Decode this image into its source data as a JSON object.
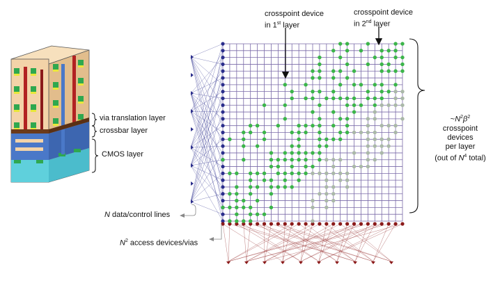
{
  "labels": {
    "crosspoint_1": {
      "line1": "crosspoint device",
      "line2_pre": "in 1",
      "line2_sup": "st",
      "line2_post": " layer"
    },
    "crosspoint_2": {
      "line1": "crosspoint device",
      "line2_pre": "in 2",
      "line2_sup": "nd",
      "line2_post": " layer"
    },
    "via_translation": "via translation layer",
    "crossbar": "crossbar layer",
    "cmos": "CMOS layer",
    "data_lines": {
      "var": "N",
      "text": " data/control lines"
    },
    "access_devices": {
      "var": "N",
      "sup": "2",
      "text": " access devices/vias"
    },
    "right_note": {
      "line1_pre": "~",
      "line1_var": "N",
      "line1_sup1": "2",
      "line1_var2": "β",
      "line1_sup2": "2",
      "line2": "crosspoint",
      "line3": "devices",
      "line4": "per layer",
      "line5_pre": "(out of ",
      "line5_var": "N",
      "line5_sup": "4",
      "line5_post": " total)"
    }
  },
  "colors": {
    "grid_line": "#7a6aa8",
    "crosspoint_layer1": "#3cb54a",
    "crosspoint_layer2": "#aab8a8",
    "data_node": "#2b2e8c",
    "access_node": "#8b1a1a",
    "cmos_blue": "#4a78c8",
    "cmos_cyan": "#5fd0dc",
    "chip_tan": "#f3d3a8",
    "via_red": "#b22222",
    "pad_green": "#2fa84f",
    "pad_yellow": "#e8e83a"
  }
}
